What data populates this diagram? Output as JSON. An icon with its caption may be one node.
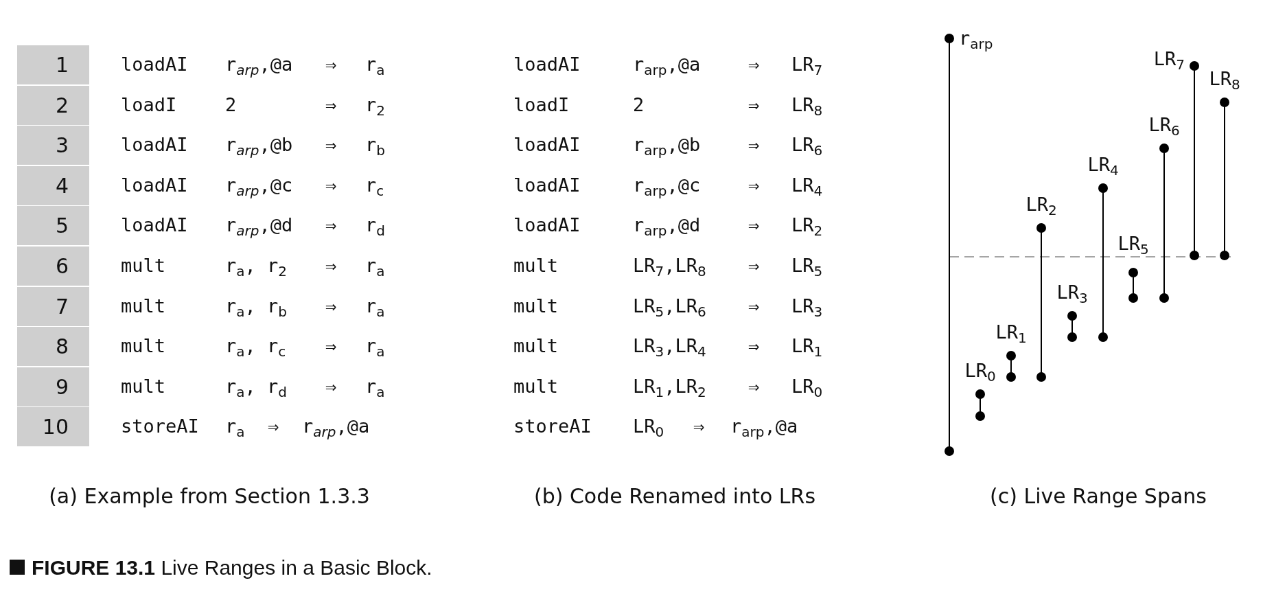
{
  "diagram": {
    "caption": "**FIGURE 13.1** Live Ranges in a Basic Block.",
    "labels": [
      "1",
      "loadAI",
      "r$_{arp}$,@a",
      "⇒",
      "r$_{a}$",
      "2",
      "loadI",
      "2",
      "⇒",
      "r$_{2}$",
      "3",
      "loadAI",
      "r$_{arp}$,@b",
      "⇒",
      "r$_{b}$",
      "4",
      "loadAI",
      "r$_{arp}$,@c",
      "⇒",
      "r$_{c}$",
      "5",
      "loadAI",
      "r$_{arp}$,@d",
      "⇒",
      "r$_{d}$",
      "6",
      "mult",
      "r$_{a}$, r$_{2}$",
      "⇒",
      "r$_{a}$",
      "7",
      "mult",
      "r$_{a}$, r$_{b}$",
      "⇒",
      "r$_{a}$",
      "8",
      "mult",
      "r$_{a}$, r$_{c}$",
      "⇒",
      "r$_{a}$",
      "9",
      "mult",
      "r$_{a}$, r$_{d}$",
      "⇒",
      "r$_{a}$",
      "10",
      "storeAI",
      "r$_{a}$",
      "⇒",
      "r$_{arp}$,@a",
      "loadAI",
      "r$_{arp}$,@a",
      "⇒",
      "LR$_{7}$",
      "loadI",
      "2",
      "⇒",
      "LR$_{8}$",
      "loadAI",
      "r$_{arp}$,@b",
      "⇒",
      "LR$_{6}$",
      "loadAI",
      "r$_{arp}$,@c",
      "⇒",
      "LR$_{4}$",
      "loadAI",
      "r$_{arp}$,@d",
      "⇒",
      "LR$_{2}$",
      "mult",
      "LR$_{7}$,LR$_{8}$",
      "⇒",
      "LR$_{5}$",
      "mult",
      "LR$_{5}$,LR$_{6}$",
      "⇒",
      "LR$_{3}$",
      "mult",
      "LR$_{3}$,LR$_{4}$",
      "⇒",
      "LR$_{1}$",
      "mult",
      "LR$_{1}$,LR$_{2}$",
      "⇒",
      "LR$_{0}$",
      "storeAI",
      "LR$_{0}$",
      "⇒",
      "r$_{arp}$,@a",
      "r$_{arp}$",
      "LR$_{7}$",
      "LR$_{8}$",
      "LR$_{6}$",
      "LR$_{4}$",
      "LR$_{2}$",
      "LR$_{5}$",
      "LR$_{3}$",
      "LR$_{1}$",
      "LR$_{0}$",
      "(a) Example from Section 1.3.3",
      "(b) Code Renamed into LRs",
      "(c) Live Range Spans"
    ]
  }
}
